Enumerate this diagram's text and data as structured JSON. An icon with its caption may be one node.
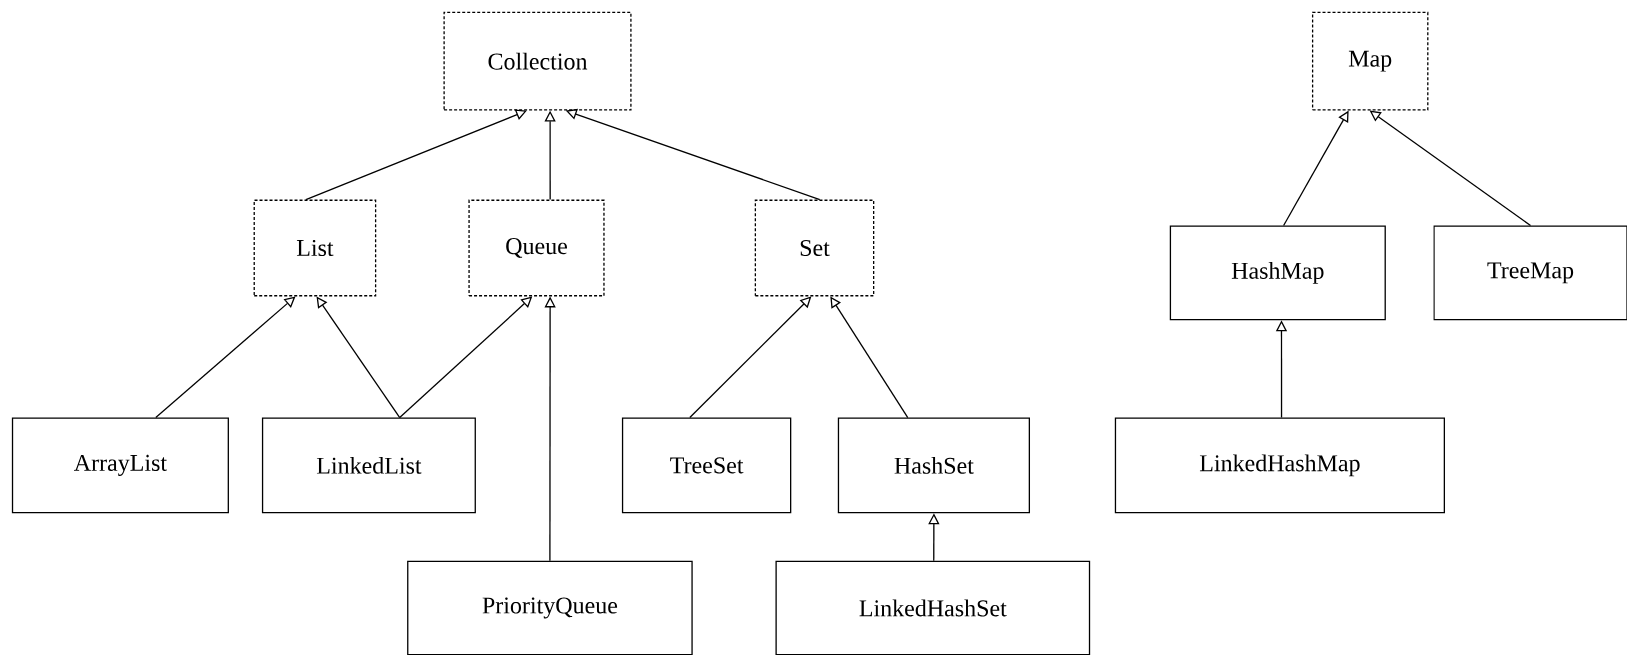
{
  "diagram": {
    "nodes": [
      {
        "text": [
          "Collection"
        ]
      },
      {
        "text": [
          "List"
        ]
      },
      {
        "text": [
          "Queue"
        ]
      },
      {
        "text": [
          "Set"
        ]
      },
      {
        "text": [
          "ArrayList"
        ]
      },
      {
        "text": [
          "LinkedList"
        ]
      },
      {
        "text": [
          "PriorityQueue"
        ]
      },
      {
        "text": [
          "TreeSet"
        ]
      },
      {
        "text": [
          "HashSet"
        ]
      },
      {
        "text": [
          "LinkedHashSet"
        ]
      },
      {
        "text": [
          "Map"
        ]
      },
      {
        "text": [
          "HashMap"
        ]
      },
      {
        "text": [
          "TreeMap"
        ]
      },
      {
        "text": [
          "LinkedHashMap"
        ]
      }
    ],
    "edges": [
      {
        "from": 1,
        "to": 0,
        "arrow": "to"
      },
      {
        "from": 2,
        "to": 0,
        "arrow": "to"
      },
      {
        "from": 3,
        "to": 0,
        "arrow": "to"
      },
      {
        "from": 4,
        "to": 1,
        "arrow": "to"
      },
      {
        "from": 5,
        "to": 1,
        "arrow": "to"
      },
      {
        "from": 5,
        "to": 2,
        "arrow": "to"
      },
      {
        "from": 6,
        "to": 2,
        "arrow": "to"
      },
      {
        "from": 7,
        "to": 3,
        "arrow": "to"
      },
      {
        "from": 8,
        "to": 3,
        "arrow": "to"
      },
      {
        "from": 9,
        "to": 8,
        "arrow": "to"
      },
      {
        "from": 11,
        "to": 10,
        "arrow": "to"
      },
      {
        "from": 12,
        "to": 10,
        "arrow": "to"
      },
      {
        "from": 13,
        "to": 11,
        "arrow": "to"
      }
    ]
  }
}
